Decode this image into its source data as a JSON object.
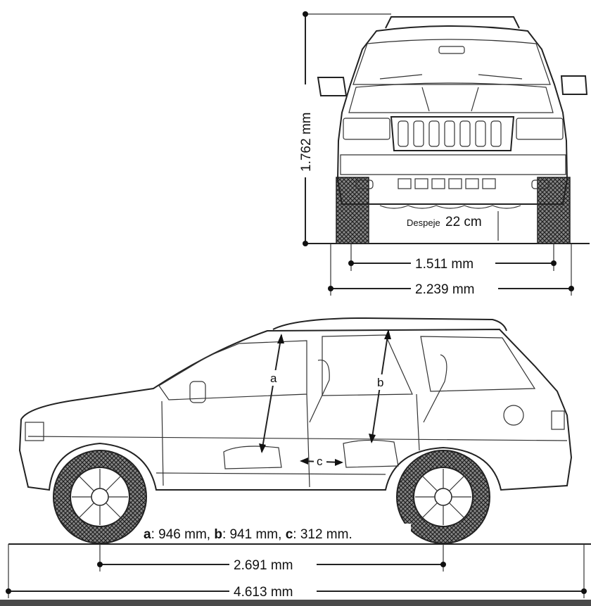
{
  "front_view": {
    "height_label": "1.762 mm",
    "track_label": "1.511 mm",
    "width_label": "2.239 mm",
    "clearance_word": "Despeje",
    "clearance_value": "22 cm"
  },
  "side_view": {
    "wheelbase_label": "2.691 mm",
    "length_label": "4.613 mm",
    "markers": {
      "a": "a",
      "b": "b",
      "c": "c"
    },
    "legend": {
      "a_key": "a",
      "a_value": ": 946 mm, ",
      "b_key": "b",
      "b_value": ": 941 mm, ",
      "c_key": "c",
      "c_value": ": 312 mm."
    }
  },
  "colors": {
    "line": "#222222",
    "hatch": "#555555",
    "background": "#ffffff"
  }
}
